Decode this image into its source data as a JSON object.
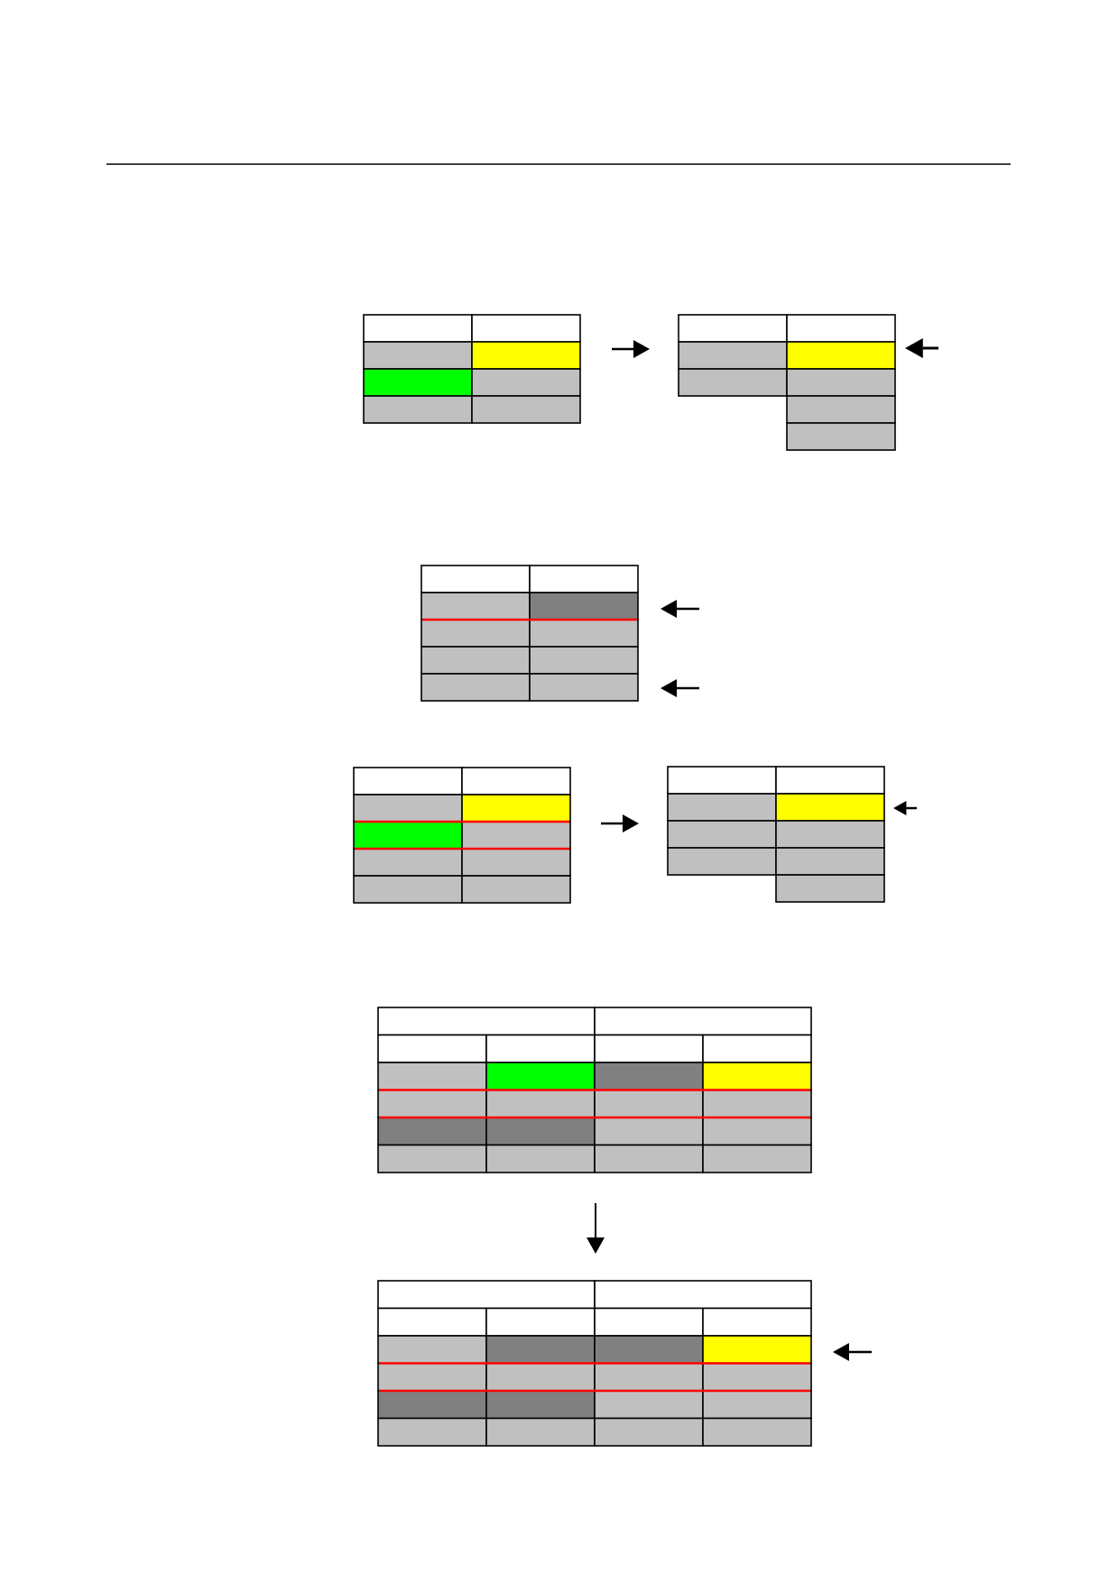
{
  "colors": {
    "white": "#ffffff",
    "light_gray": "#c0c0c0",
    "dark_gray": "#808080",
    "yellow": "#ffff00",
    "green": "#00ff00",
    "border": "#000000",
    "row_separator": "#ff0000"
  },
  "figures": [
    {
      "id": "fig1-before",
      "header_rows": [
        [
          "white",
          "white"
        ]
      ],
      "body_rows": [
        [
          "light_gray",
          "yellow"
        ],
        [
          "green",
          "light_gray"
        ],
        [
          "light_gray",
          "light_gray"
        ]
      ]
    },
    {
      "id": "fig1-after",
      "header_rows": [
        [
          "white",
          "white"
        ]
      ],
      "body_rows": [
        [
          "light_gray",
          "yellow"
        ],
        [
          "light_gray",
          "light_gray"
        ],
        [
          null,
          "light_gray"
        ],
        [
          null,
          "light_gray"
        ]
      ],
      "marked_rows": [
        0
      ]
    },
    {
      "id": "fig2",
      "header_rows": [
        [
          "white",
          "white"
        ]
      ],
      "body_rows": [
        [
          "light_gray",
          "dark_gray"
        ],
        [
          "light_gray",
          "light_gray"
        ],
        [
          "light_gray",
          "light_gray"
        ],
        [
          "light_gray",
          "light_gray"
        ]
      ],
      "red_separators_after": [
        0
      ],
      "marked_rows": [
        0,
        3
      ]
    },
    {
      "id": "fig3-before",
      "header_rows": [
        [
          "white",
          "white"
        ]
      ],
      "body_rows": [
        [
          "light_gray",
          "yellow"
        ],
        [
          "green",
          "light_gray"
        ],
        [
          "light_gray",
          "light_gray"
        ],
        [
          "light_gray",
          "light_gray"
        ]
      ],
      "red_separators_after": [
        0,
        1
      ]
    },
    {
      "id": "fig3-after",
      "header_rows": [
        [
          "white",
          "white"
        ]
      ],
      "body_rows": [
        [
          "light_gray",
          "yellow"
        ],
        [
          "light_gray",
          "light_gray"
        ],
        [
          "light_gray",
          "light_gray"
        ],
        [
          null,
          "light_gray"
        ]
      ],
      "marked_rows": [
        0
      ]
    },
    {
      "id": "fig4-before",
      "header_span_row": [
        "white",
        "white"
      ],
      "header_rows": [
        [
          "white",
          "white",
          "white",
          "white"
        ]
      ],
      "body_rows": [
        [
          "light_gray",
          "green",
          "dark_gray",
          "yellow"
        ],
        [
          "light_gray",
          "light_gray",
          "light_gray",
          "light_gray"
        ],
        [
          "dark_gray",
          "dark_gray",
          "light_gray",
          "light_gray"
        ],
        [
          "light_gray",
          "light_gray",
          "light_gray",
          "light_gray"
        ]
      ],
      "red_separators_after": [
        0,
        1
      ]
    },
    {
      "id": "fig4-after",
      "header_span_row": [
        "white",
        "white"
      ],
      "header_rows": [
        [
          "white",
          "white",
          "white",
          "white"
        ]
      ],
      "body_rows": [
        [
          "light_gray",
          "dark_gray",
          "dark_gray",
          "yellow"
        ],
        [
          "light_gray",
          "light_gray",
          "light_gray",
          "light_gray"
        ],
        [
          "dark_gray",
          "dark_gray",
          "light_gray",
          "light_gray"
        ],
        [
          "light_gray",
          "light_gray",
          "light_gray",
          "light_gray"
        ]
      ],
      "red_separators_after": [
        0,
        1
      ],
      "marked_rows": [
        0
      ]
    }
  ],
  "arrows": [
    {
      "id": "fig1-transition-arrow",
      "direction": "right"
    },
    {
      "id": "fig1-marker-arrow",
      "direction": "left"
    },
    {
      "id": "fig2-marker-arrow-top",
      "direction": "left"
    },
    {
      "id": "fig2-marker-arrow-bottom",
      "direction": "left"
    },
    {
      "id": "fig3-transition-arrow",
      "direction": "right"
    },
    {
      "id": "fig3-marker-arrow",
      "direction": "left"
    },
    {
      "id": "fig4-transition-arrow",
      "direction": "down"
    },
    {
      "id": "fig4-marker-arrow",
      "direction": "left"
    }
  ]
}
